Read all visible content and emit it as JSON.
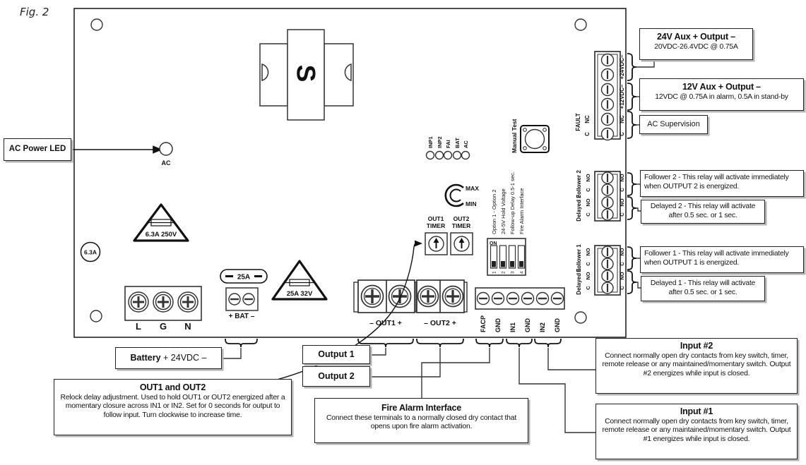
{
  "figure_label": "Fig. 2",
  "logo_glyph": "S",
  "board": {
    "ac_led_label": "AC",
    "leds": [
      "INP1",
      "INP2",
      "FAI",
      "BAT",
      "AC"
    ],
    "manual_test_label": "Manual Test",
    "dial_max": "MAX",
    "dial_min": "MIN",
    "timer1_line1": "OUT1",
    "timer1_line2": "TIMER",
    "timer2_line1": "OUT2",
    "timer2_line2": "TIMER",
    "dip_on": "ON",
    "dip_numbers": [
      "1",
      "2",
      "3",
      "4"
    ],
    "dip_options": [
      "Option 1 - Option 2",
      "24-5V Hold Voltage",
      "Follow-up Delay 0.5-1 sec.",
      "Fire Alarm Interface"
    ],
    "fuse_triangle_1": "6.3A 250V",
    "fuse_circle": "6.3A",
    "fuse_pill": "25A",
    "fuse_triangle_2": "25A 32V",
    "mains_terminals": [
      "L",
      "G",
      "N"
    ],
    "battery_terminal": "+ BAT –",
    "out1_terminal": "– OUT1 +",
    "out2_terminal": "– OUT2 +",
    "io_terminals": [
      "FACP",
      "GND",
      "IN1",
      "GND",
      "IN2",
      "GND"
    ],
    "fault_label": "FAULT",
    "aux_terminal_labels": [
      "C",
      "NC",
      "+12VDC–",
      "+24VDC–"
    ],
    "relay_contact_labels": [
      "C",
      "NO",
      "C",
      "NO"
    ],
    "relay2_name_top": "Follower 2",
    "relay2_name_bottom": "Delayed 2",
    "relay1_name_top": "Follower 1",
    "relay1_name_bottom": "Delayed 1"
  },
  "callouts": {
    "ac_power_led": "AC Power LED",
    "aux24": {
      "title": "24V Aux + Output –",
      "body": "20VDC-26.4VDC @ 0.75A"
    },
    "aux12": {
      "title": "12V Aux + Output –",
      "body": "12VDC @ 0.75A in alarm, 0.5A in stand-by"
    },
    "ac_supervision": "AC Supervision",
    "follower2": "Follower 2 - This relay will activate immediately when OUTPUT 2 is energized.",
    "delayed2": "Delayed 2 - This relay will activate after 0.5 sec. or 1 sec.",
    "follower1": "Follower 1 - This relay will activate immediately when OUTPUT 1 is energized.",
    "delayed1": "Delayed 1 - This relay will activate after 0.5 sec. or 1 sec.",
    "input2": {
      "title": "Input #2",
      "body": "Connect normally open dry contacts from key switch, timer, remote release or any maintained/momentary switch. Output #2 energizes while input is closed."
    },
    "input1": {
      "title": "Input #1",
      "body": "Connect normally open dry contacts from key switch, timer, remote release or any maintained/momentary switch. Output #1 energizes while input is closed."
    },
    "battery": {
      "bold": "Battery",
      "rest": " + 24VDC –"
    },
    "out_timers": {
      "title": "OUT1 and OUT2",
      "body": "Relock delay adjustment. Used to hold OUT1 or OUT2 energized after a momentary closure across IN1 or IN2. Set for 0 seconds for output to follow input. Turn clockwise to increase time."
    },
    "output1": "Output 1",
    "output2": "Output 2",
    "fire_alarm": {
      "title": "Fire Alarm Interface",
      "body": "Connect these terminals to a normally closed dry contact that opens upon fire alarm activation."
    }
  }
}
